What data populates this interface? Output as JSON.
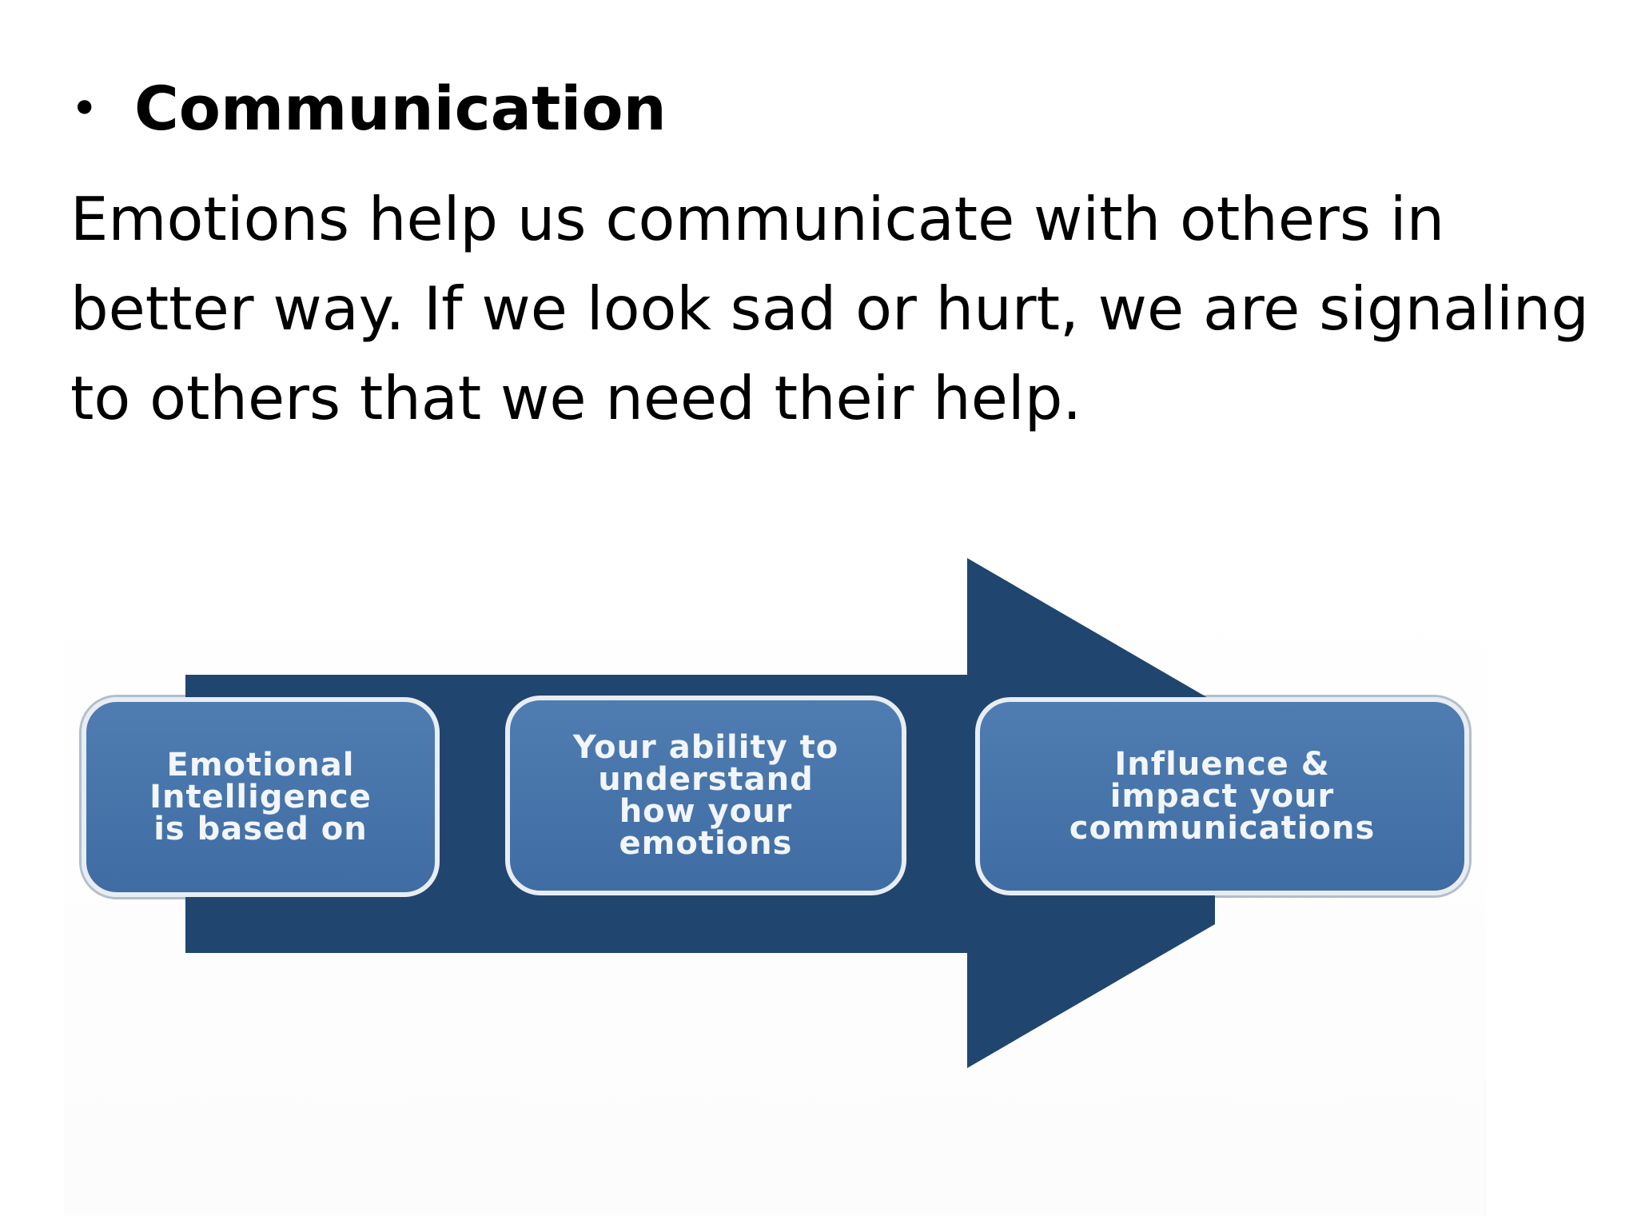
{
  "slide": {
    "bullet_symbol": "•",
    "heading": "Communication",
    "body": "Emotions help us communicate with others in better way. If we look sad or hurt, we are signaling to others that we need their help."
  },
  "diagram": {
    "arrow_color": "#20466f",
    "box_color": "#4a78ad",
    "steps": [
      {
        "label": "Emotional\nIntelligence\nis based on"
      },
      {
        "label": "Your ability to\nunderstand\nhow your\nemotions"
      },
      {
        "label": "Influence &\nimpact your\ncommunications"
      }
    ]
  }
}
